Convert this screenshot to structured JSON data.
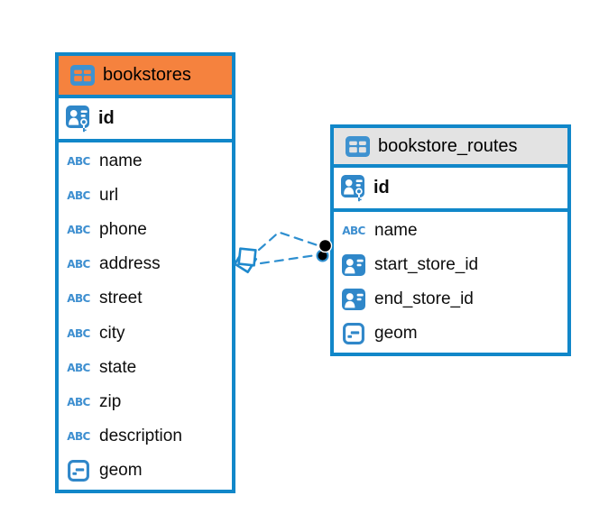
{
  "diagram": {
    "accent_color": "#1187C9",
    "background_color": "#FFFFFF",
    "icons": {
      "text_type_label": "ABC"
    },
    "tables": [
      {
        "name": "bookstores",
        "header_color": "#F5823E",
        "primary_key": {
          "name": "id",
          "type": "primary-key"
        },
        "columns": [
          {
            "name": "name",
            "type": "text"
          },
          {
            "name": "url",
            "type": "text"
          },
          {
            "name": "phone",
            "type": "text"
          },
          {
            "name": "address",
            "type": "text"
          },
          {
            "name": "street",
            "type": "text"
          },
          {
            "name": "city",
            "type": "text"
          },
          {
            "name": "state",
            "type": "text"
          },
          {
            "name": "zip",
            "type": "text"
          },
          {
            "name": "description",
            "type": "text"
          },
          {
            "name": "geom",
            "type": "geometry"
          }
        ]
      },
      {
        "name": "bookstore_routes",
        "header_color": "#E3E3E3",
        "primary_key": {
          "name": "id",
          "type": "primary-key"
        },
        "columns": [
          {
            "name": "name",
            "type": "text"
          },
          {
            "name": "start_store_id",
            "type": "reference"
          },
          {
            "name": "end_store_id",
            "type": "reference"
          },
          {
            "name": "geom",
            "type": "geometry"
          }
        ]
      }
    ],
    "relationships": [
      {
        "from": "bookstores.id",
        "to": "bookstore_routes.start_store_id",
        "line_style": "dashed",
        "color": "#2E8FD0"
      },
      {
        "from": "bookstores.id",
        "to": "bookstore_routes.end_store_id",
        "line_style": "dashed",
        "color": "#2E8FD0"
      }
    ]
  }
}
